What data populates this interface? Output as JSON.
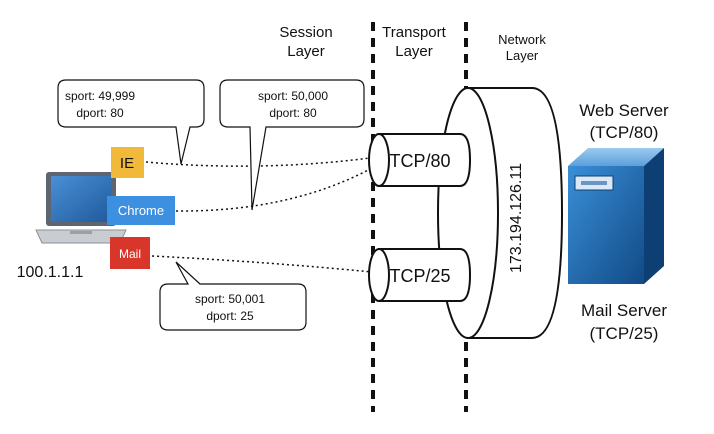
{
  "layers": {
    "session": [
      "Session",
      "Layer"
    ],
    "transport": [
      "Transport",
      "Layer"
    ],
    "network": [
      "Network",
      "Layer"
    ]
  },
  "client": {
    "ip": "100.1.1.1"
  },
  "apps": {
    "ie": "IE",
    "chrome": "Chrome",
    "mail": "Mail"
  },
  "callouts": {
    "ie": [
      "sport: 49,999",
      "dport: 80"
    ],
    "chrome": [
      "sport: 50,000",
      "dport: 80"
    ],
    "mail": [
      "sport: 50,001",
      "dport: 25"
    ]
  },
  "ports": {
    "tcp80": "TCP/80",
    "tcp25": "TCP/25"
  },
  "network_ip": "173.194.126.11",
  "servers": {
    "web": [
      "Web Server",
      "(TCP/80)"
    ],
    "mail": [
      "Mail Server",
      "(TCP/25)"
    ]
  },
  "colors": {
    "ie": "#f0b93a",
    "chrome": "#3d8fe0",
    "mail": "#d9362b",
    "laptop_screen": "#2f6fb0",
    "server_body": "#1f6fb5"
  }
}
